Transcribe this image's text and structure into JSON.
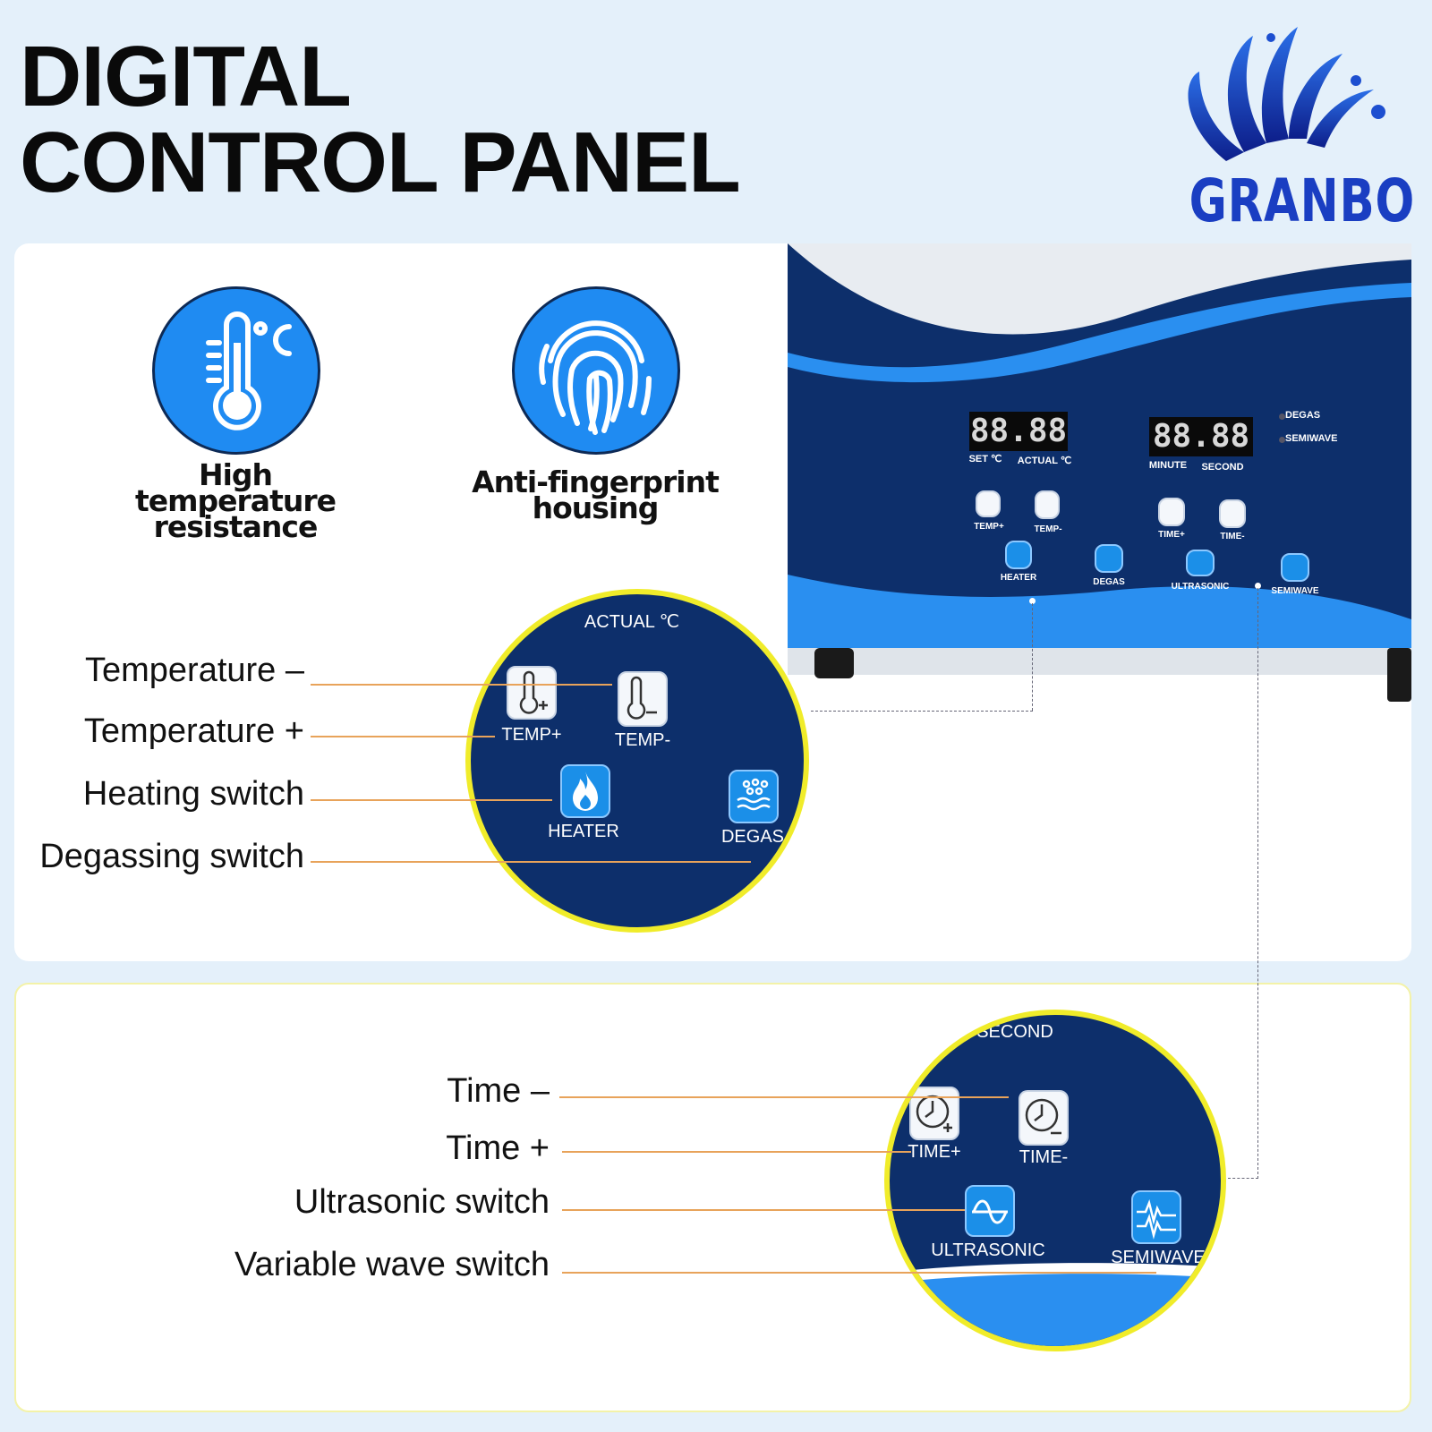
{
  "header": {
    "title_line1": "DIGITAL",
    "title_line2": "CONTROL PANEL",
    "brand": "GRANBO"
  },
  "features": [
    {
      "label": "High temperature\nresistance",
      "icon": "thermometer-celsius-icon"
    },
    {
      "label": "Anti-fingerprint\nhousing",
      "icon": "fingerprint-icon"
    }
  ],
  "panel": {
    "display_left": "88.88",
    "display_right": "88.88",
    "set_label": "SET ℃",
    "actual_label": "ACTUAL ℃",
    "minute_label": "MINUTE",
    "second_label": "SECOND",
    "degas_indicator": "DEGAS",
    "semiwave_indicator": "SEMIWAVE",
    "temp_plus": "TEMP+",
    "temp_minus": "TEMP-",
    "time_plus": "TIME+",
    "time_minus": "TIME-",
    "heater": "HEATER",
    "degas": "DEGAS",
    "ultrasonic": "ULTRASONIC",
    "semiwave": "SEMIWAVE"
  },
  "zoom1": {
    "actual_label": "ACTUAL ℃",
    "temp_plus": "TEMP+",
    "temp_minus": "TEMP-",
    "heater": "HEATER",
    "degas": "DEGAS"
  },
  "zoom2": {
    "second_label": "SECOND",
    "time_plus": "TIME+",
    "time_minus": "TIME-",
    "ultrasonic": "ULTRASONIC",
    "semiwave": "SEMIWAVE"
  },
  "callouts_top": [
    "Temperature –",
    "Temperature +",
    "Heating switch",
    "Degassing switch"
  ],
  "callouts_bottom": [
    "Time –",
    "Time +",
    "Ultrasonic switch",
    "Variable wave switch"
  ],
  "colors": {
    "background": "#e4f0fa",
    "panel_navy": "#0d2f6b",
    "accent_blue": "#1f8bf2",
    "zoom_ring": "#f0ec2a",
    "leader_line": "#e8a35a",
    "brand_blue": "#1a3ec2"
  }
}
